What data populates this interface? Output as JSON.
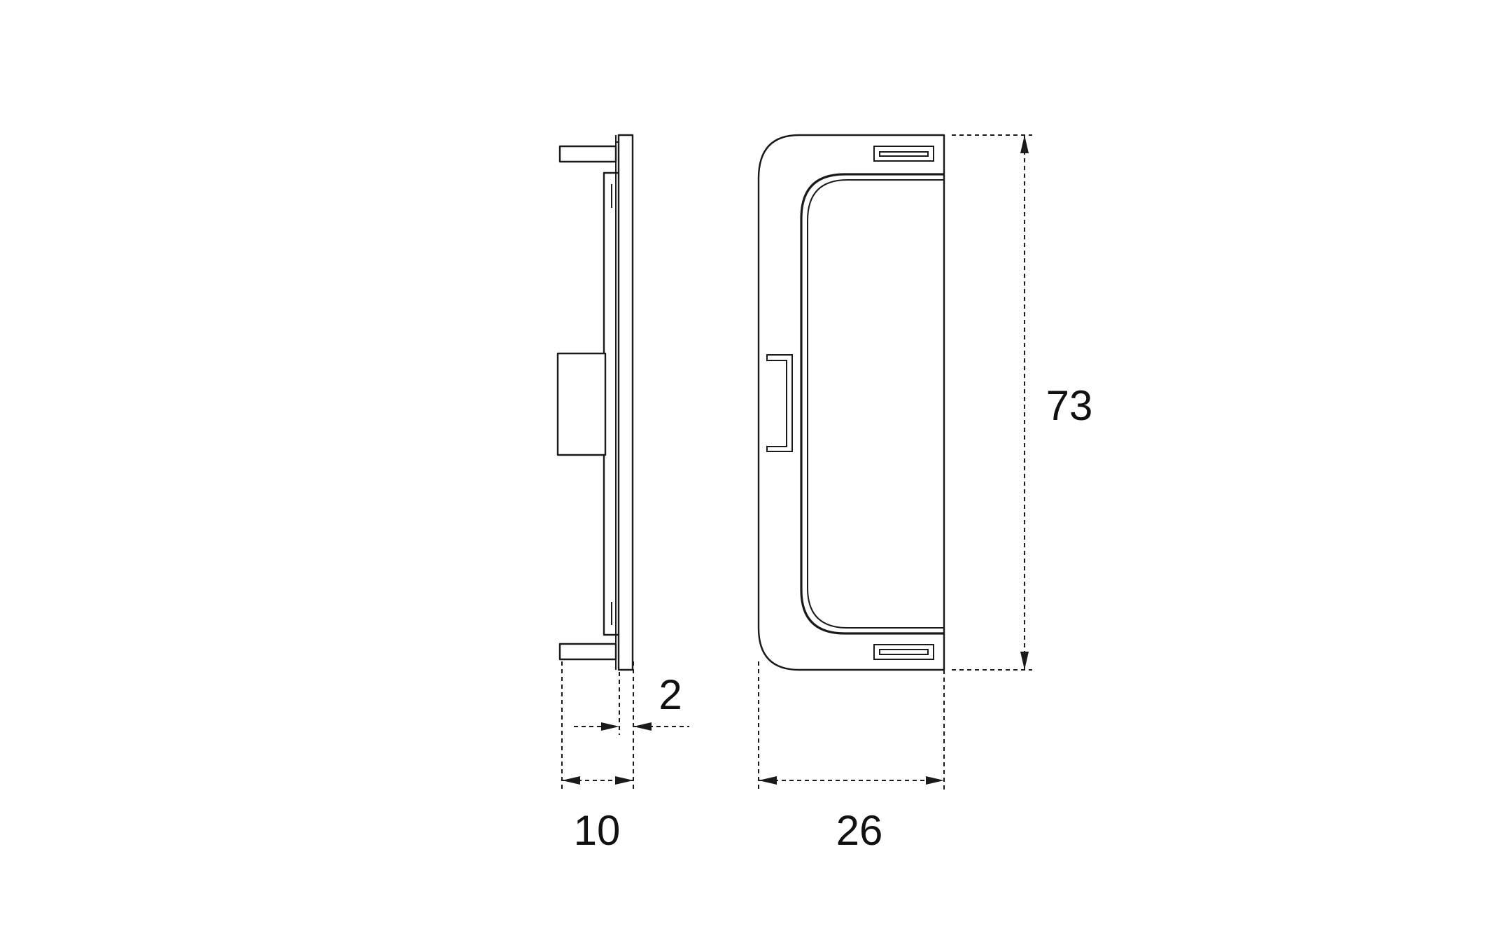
{
  "dimensions": {
    "thickness_total": "10",
    "plate_thickness": "2",
    "width": "26",
    "height": "73"
  },
  "colors": {
    "line": "#1a1a1a",
    "background": "#ffffff"
  }
}
